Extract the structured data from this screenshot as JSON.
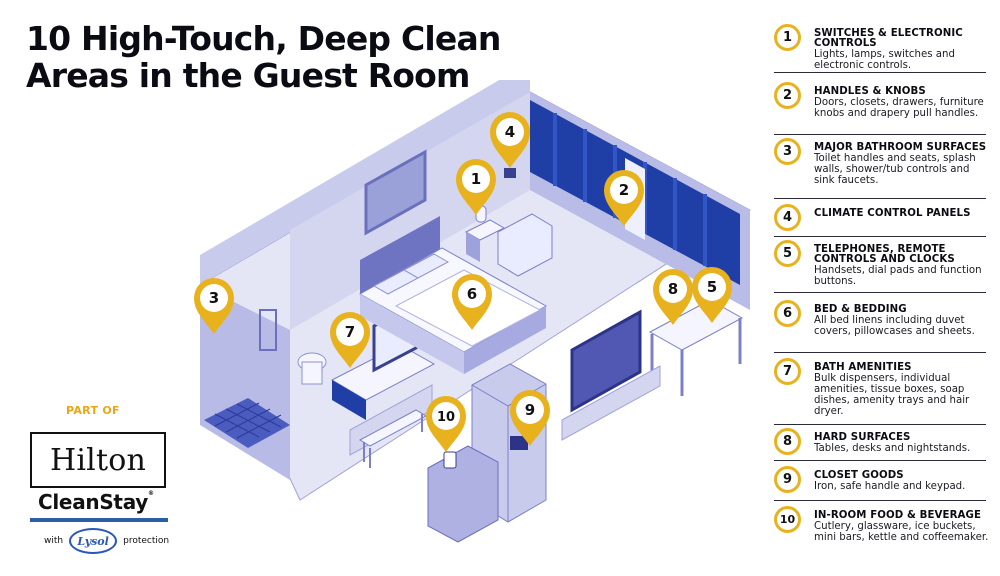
{
  "title": {
    "line1": "10 High-Touch, Deep Clean",
    "line2": "Areas in the Guest Room"
  },
  "legend": [
    {
      "num": "1",
      "heading": "SWITCHES & ELECTRONIC CONTROLS",
      "desc": "Lights, lamps, switches and electronic controls."
    },
    {
      "num": "2",
      "heading": "HANDLES & KNOBS",
      "desc": "Doors, closets, drawers, furniture knobs and drapery pull handles."
    },
    {
      "num": "3",
      "heading": "MAJOR BATHROOM SURFACES",
      "desc": "Toilet handles and seats, splash walls, shower/tub controls and sink faucets."
    },
    {
      "num": "4",
      "heading": "CLIMATE CONTROL PANELS",
      "desc": ""
    },
    {
      "num": "5",
      "heading": "TELEPHONES, REMOTE CONTROLS AND CLOCKS",
      "desc": "Handsets, dial pads and function buttons."
    },
    {
      "num": "6",
      "heading": "BED & BEDDING",
      "desc": "All bed linens including duvet covers, pillowcases and sheets."
    },
    {
      "num": "7",
      "heading": "BATH AMENITIES",
      "desc": "Bulk dispensers, individual amenities, tissue boxes, soap dishes, amenity trays and hair dryer."
    },
    {
      "num": "8",
      "heading": "HARD SURFACES",
      "desc": "Tables, desks and nightstands."
    },
    {
      "num": "9",
      "heading": "CLOSET GOODS",
      "desc": "Iron, safe handle and keypad."
    },
    {
      "num": "10",
      "heading": "IN-ROOM FOOD & BEVERAGE",
      "desc": "Cutlery, glassware, ice buckets, mini bars, kettle and coffeemaker."
    }
  ],
  "markers": {
    "m1": "1",
    "m2": "2",
    "m3": "3",
    "m4": "4",
    "m5": "5",
    "m6": "6",
    "m7": "7",
    "m8": "8",
    "m9": "9",
    "m10": "10"
  },
  "branding": {
    "part_of": "PART OF",
    "hilton": "Hilton",
    "cleanstay": "CleanStay",
    "cleanstay_mark": "®",
    "with": "with",
    "lysol": "Lysol",
    "protection": "protection"
  },
  "colors": {
    "accent": "#e8b21e",
    "wall": "#c6c8ea",
    "wall_dark": "#7c80c8",
    "drape": "#1f3fa6",
    "floor": "#e3e5f6"
  }
}
